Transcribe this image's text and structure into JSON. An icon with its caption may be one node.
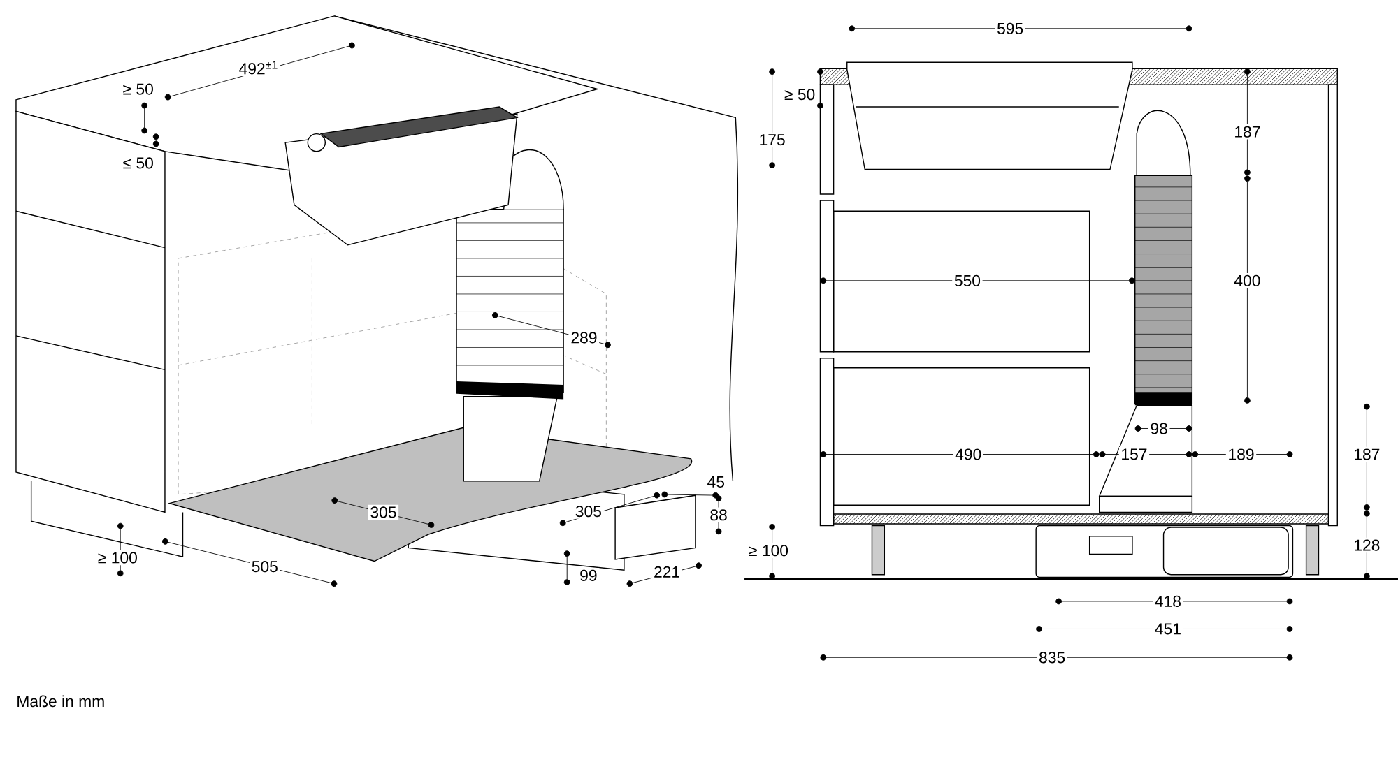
{
  "diagram": {
    "caption": "Maße in mm",
    "labels": [
      "492$^{±1}$",
      "≥ 50",
      "≤ 50",
      "289",
      "45",
      "305",
      "88",
      "305",
      "≥ 100",
      "505",
      "221",
      "99",
      "595",
      "≥ 50",
      "175",
      "187",
      "550",
      "400",
      "98",
      "490",
      "157",
      "189",
      "187",
      "≥ 100",
      "128",
      "418",
      "451",
      "835"
    ]
  }
}
